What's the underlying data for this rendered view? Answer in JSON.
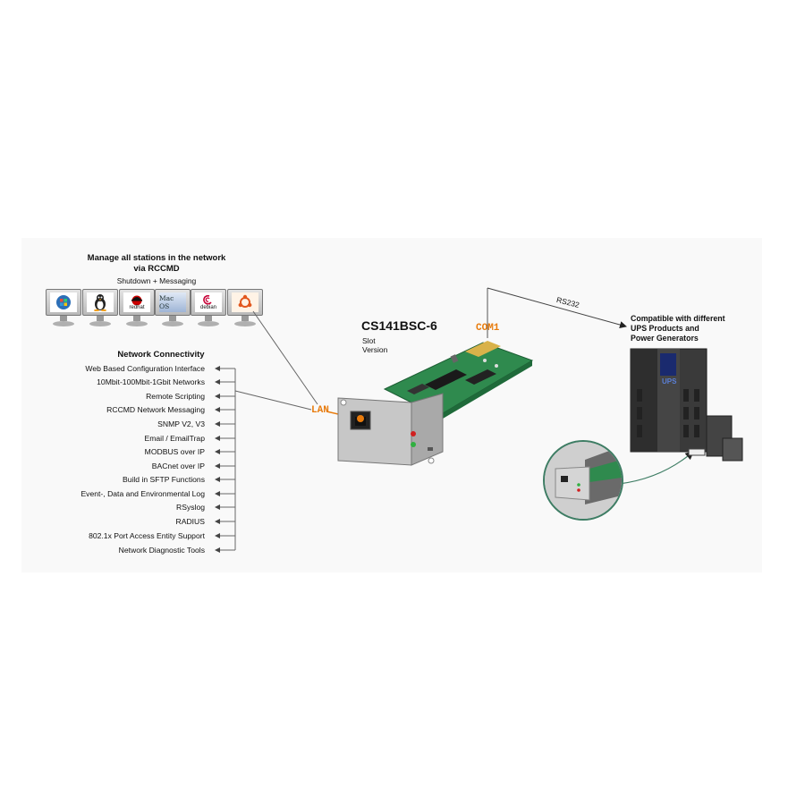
{
  "rccmd": {
    "title_line1": "Manage all stations in the network",
    "title_line2": "via RCCMD",
    "subtitle": "Shutdown + Messaging"
  },
  "os_icons": [
    {
      "name": "windows-icon",
      "label": ""
    },
    {
      "name": "linux-icon",
      "label": ""
    },
    {
      "name": "redhat-icon",
      "label": "redhat"
    },
    {
      "name": "macos-icon",
      "label": "Mac OS"
    },
    {
      "name": "debian-icon",
      "label": "debian"
    },
    {
      "name": "ubuntu-icon",
      "label": ""
    }
  ],
  "network": {
    "title": "Network Connectivity",
    "features": [
      "Web Based Configuration Interface",
      "10Mbit-100Mbit-1Gbit Networks",
      "Remote Scripting",
      "RCCMD Network Messaging",
      "SNMP V2, V3",
      "Email / EmailTrap",
      "MODBUS over IP",
      "BACnet over IP",
      "Build in SFTP Functions",
      "Event-, Data and Environmental Log",
      "RSyslog",
      "RADIUS",
      "802.1x Port Access Entity Support",
      "Network Diagnostic Tools"
    ]
  },
  "product": {
    "model": "CS141BSC-6",
    "variant_line1": "Slot",
    "variant_line2": "Version"
  },
  "ports": {
    "lan": "LAN",
    "com": "COM1",
    "rs232": "RS232"
  },
  "compat": {
    "line1": "Compatible with different",
    "line2": "UPS Products and",
    "line3": "Power Generators",
    "ups_label": "UPS"
  },
  "colors": {
    "accent": "#e87b0c",
    "pcb": "#2f8a4e",
    "zoom_ring": "#3e7d64"
  }
}
